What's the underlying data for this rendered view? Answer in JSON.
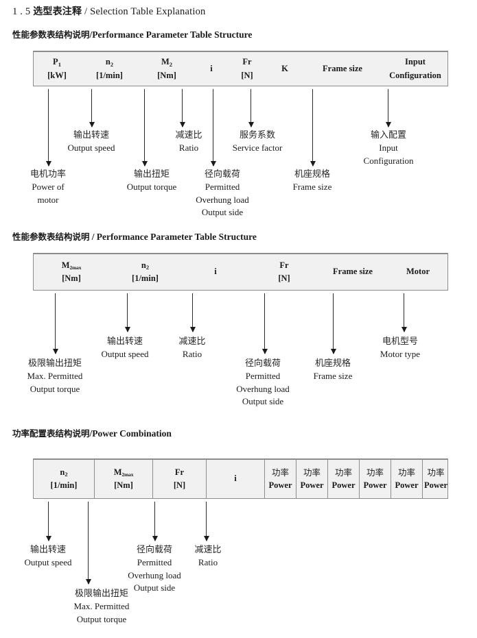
{
  "doc": {
    "title_number": "1 . 5",
    "title_cn": "选型表注释",
    "title_sep": "/",
    "title_en": "Selection Table Explanation"
  },
  "sections": [
    {
      "heading_cn": "性能参数表结构说明",
      "heading_sep": "/",
      "heading_en": "Performance Parameter Table Structure",
      "table": {
        "divided": false,
        "columns": [
          {
            "symbol": "P",
            "subscript": "1",
            "unit": "[kW]"
          },
          {
            "symbol": "n",
            "subscript": "2",
            "unit": "[1/min]"
          },
          {
            "symbol": "M",
            "subscript": "2",
            "unit": "[Nm]"
          },
          {
            "symbol": "i",
            "subscript": "",
            "unit": ""
          },
          {
            "symbol": "Fr",
            "subscript": "",
            "unit": "[N]"
          },
          {
            "symbol": "K",
            "subscript": "",
            "unit": ""
          },
          {
            "symbol": "Frame size",
            "subscript": "",
            "unit": ""
          },
          {
            "symbol": "Input",
            "subscript": "",
            "unit": "Configuration"
          }
        ]
      },
      "annotations": [
        {
          "cn": "电机功率",
          "en": [
            "Power of",
            "motor"
          ]
        },
        {
          "cn": "输出转速",
          "en": [
            "Output speed"
          ]
        },
        {
          "cn": "输出扭矩",
          "en": [
            "Output torque"
          ]
        },
        {
          "cn": "减速比",
          "en": [
            "Ratio"
          ]
        },
        {
          "cn": "径向载荷",
          "en": [
            "Permitted",
            "Overhung load",
            "Output side"
          ]
        },
        {
          "cn": "服务系数",
          "en": [
            "Service factor"
          ]
        },
        {
          "cn": "机座规格",
          "en": [
            "Frame size"
          ]
        },
        {
          "cn": "输入配置",
          "en": [
            "Input",
            "Configuration"
          ]
        }
      ]
    },
    {
      "heading_cn": "性能参数表结构说明",
      "heading_sep": "/",
      "heading_en": "Performance Parameter Table Structure",
      "table": {
        "divided": false,
        "columns": [
          {
            "symbol": "M",
            "subscript": "2max",
            "unit": "[Nm]"
          },
          {
            "symbol": "n",
            "subscript": "2",
            "unit": "[1/min]"
          },
          {
            "symbol": "i",
            "subscript": "",
            "unit": ""
          },
          {
            "symbol": "Fr",
            "subscript": "",
            "unit": "[N]"
          },
          {
            "symbol": "Frame size",
            "subscript": "",
            "unit": ""
          },
          {
            "symbol": "Motor",
            "subscript": "",
            "unit": ""
          }
        ]
      },
      "annotations": [
        {
          "cn": "极限输出扭矩",
          "en": [
            "Max. Permitted",
            "Output  torque"
          ]
        },
        {
          "cn": "输出转速",
          "en": [
            "Output speed"
          ]
        },
        {
          "cn": "减速比",
          "en": [
            "Ratio"
          ]
        },
        {
          "cn": "径向载荷",
          "en": [
            "Permitted",
            "Overhung load",
            "Output side"
          ]
        },
        {
          "cn": "机座规格",
          "en": [
            "Frame size"
          ]
        },
        {
          "cn": "电机型号",
          "en": [
            "Motor type"
          ]
        }
      ]
    },
    {
      "heading_cn": "功率配置表结构说明",
      "heading_sep": "/",
      "heading_en": "Power Combination",
      "table": {
        "divided": true,
        "columns": [
          {
            "symbol": "n",
            "subscript": "2",
            "unit": "[1/min]"
          },
          {
            "symbol": "M",
            "subscript": "2max",
            "unit": "[Nm]"
          },
          {
            "symbol": "Fr",
            "subscript": "",
            "unit": "[N]"
          },
          {
            "symbol": "i",
            "subscript": "",
            "unit": ""
          },
          {
            "symbol_cn": "功率",
            "subscript": "",
            "unit": "Power"
          },
          {
            "symbol_cn": "功率",
            "subscript": "",
            "unit": "Power"
          },
          {
            "symbol_cn": "功率",
            "subscript": "",
            "unit": "Power"
          },
          {
            "symbol_cn": "功率",
            "subscript": "",
            "unit": "Power"
          },
          {
            "symbol_cn": "功率",
            "subscript": "",
            "unit": "Power"
          },
          {
            "symbol_cn": "功率",
            "subscript": "",
            "unit": "Power"
          }
        ]
      },
      "annotations": [
        {
          "cn": "输出转速",
          "en": [
            "Output speed"
          ]
        },
        {
          "cn": "极限输出扭矩",
          "en": [
            "Max. Permitted",
            "Output  torque"
          ]
        },
        {
          "cn": "径向载荷",
          "en": [
            "Permitted",
            "Overhung load",
            "Output side"
          ]
        },
        {
          "cn": "减速比",
          "en": [
            "Ratio"
          ]
        }
      ]
    }
  ]
}
